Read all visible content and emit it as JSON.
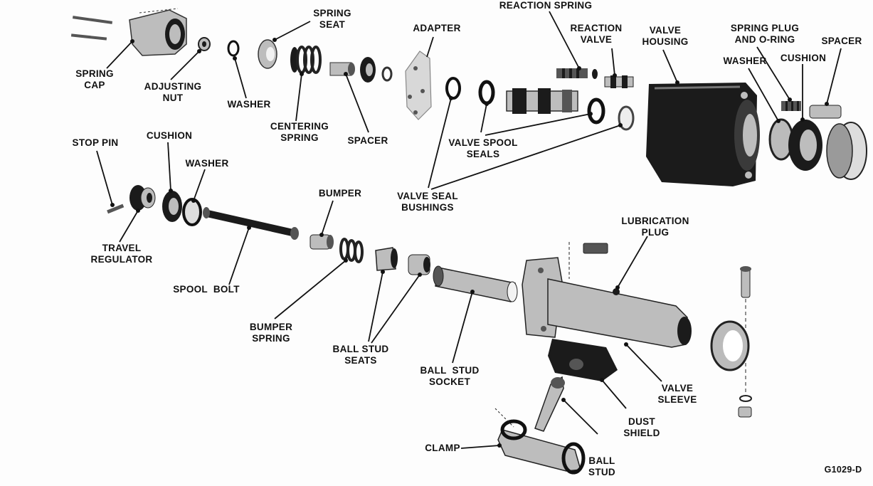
{
  "figure_id": "G1029-D",
  "labels": {
    "spring_cap": [
      "SPRING",
      "CAP"
    ],
    "adjusting_nut": [
      "ADJUSTING",
      "NUT"
    ],
    "washer_top": [
      "WASHER"
    ],
    "spring_seat": [
      "SPRING",
      "SEAT"
    ],
    "centering_spring": [
      "CENTERING",
      "SPRING"
    ],
    "spacer_top": [
      "SPACER"
    ],
    "adapter": [
      "ADAPTER"
    ],
    "reaction_spring": [
      "REACTION SPRING"
    ],
    "reaction_valve": [
      "REACTION",
      "VALVE"
    ],
    "valve_housing": [
      "VALVE",
      "HOUSING"
    ],
    "spring_plug": [
      "SPRING PLUG",
      "AND O-RING"
    ],
    "washer_right": [
      "WASHER"
    ],
    "cushion_right": [
      "CUSHION"
    ],
    "spacer_right": [
      "SPACER"
    ],
    "valve_spool_seals": [
      "VALVE SPOOL",
      "SEALS"
    ],
    "valve_seal_bushings": [
      "VALVE SEAL",
      "BUSHINGS"
    ],
    "stop_pin": [
      "STOP PIN"
    ],
    "cushion_left": [
      "CUSHION"
    ],
    "washer_left": [
      "WASHER"
    ],
    "travel_regulator": [
      "TRAVEL",
      "REGULATOR"
    ],
    "bumper": [
      "BUMPER"
    ],
    "spool_bolt": [
      "SPOOL  BOLT"
    ],
    "lubrication_plug": [
      "LUBRICATION",
      "PLUG"
    ],
    "bumper_spring": [
      "BUMPER",
      "SPRING"
    ],
    "ball_stud_seats": [
      "BALL STUD",
      "SEATS"
    ],
    "ball_stud_socket": [
      "BALL  STUD",
      "SOCKET"
    ],
    "valve_sleeve": [
      "VALVE",
      "SLEEVE"
    ],
    "dust_shield": [
      "DUST",
      "SHIELD"
    ],
    "clamp": [
      "CLAMP"
    ],
    "ball_stud": [
      "BALL",
      "STUD"
    ]
  }
}
